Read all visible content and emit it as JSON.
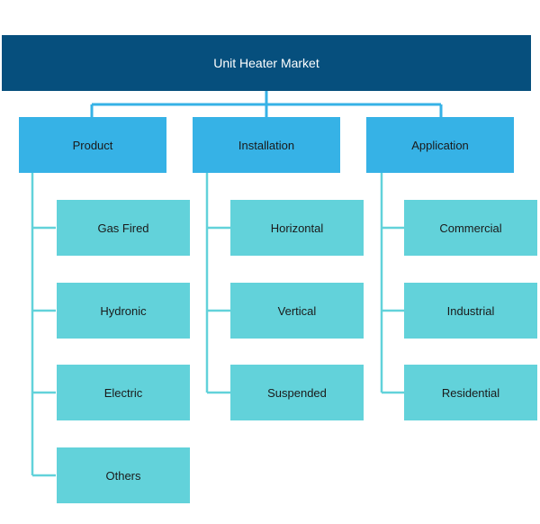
{
  "root": {
    "label": "Unit Heater Market"
  },
  "categories": [
    {
      "label": "Product",
      "items": [
        "Gas Fired",
        "Hydronic",
        "Electric",
        "Others"
      ]
    },
    {
      "label": "Installation",
      "items": [
        "Horizontal",
        "Vertical",
        "Suspended"
      ]
    },
    {
      "label": "Application",
      "items": [
        "Commercial",
        "Industrial",
        "Residential"
      ]
    }
  ],
  "colors": {
    "root": "#064f7d",
    "category": "#36b2e6",
    "leaf": "#62d2da",
    "connector": "#62d2da"
  }
}
